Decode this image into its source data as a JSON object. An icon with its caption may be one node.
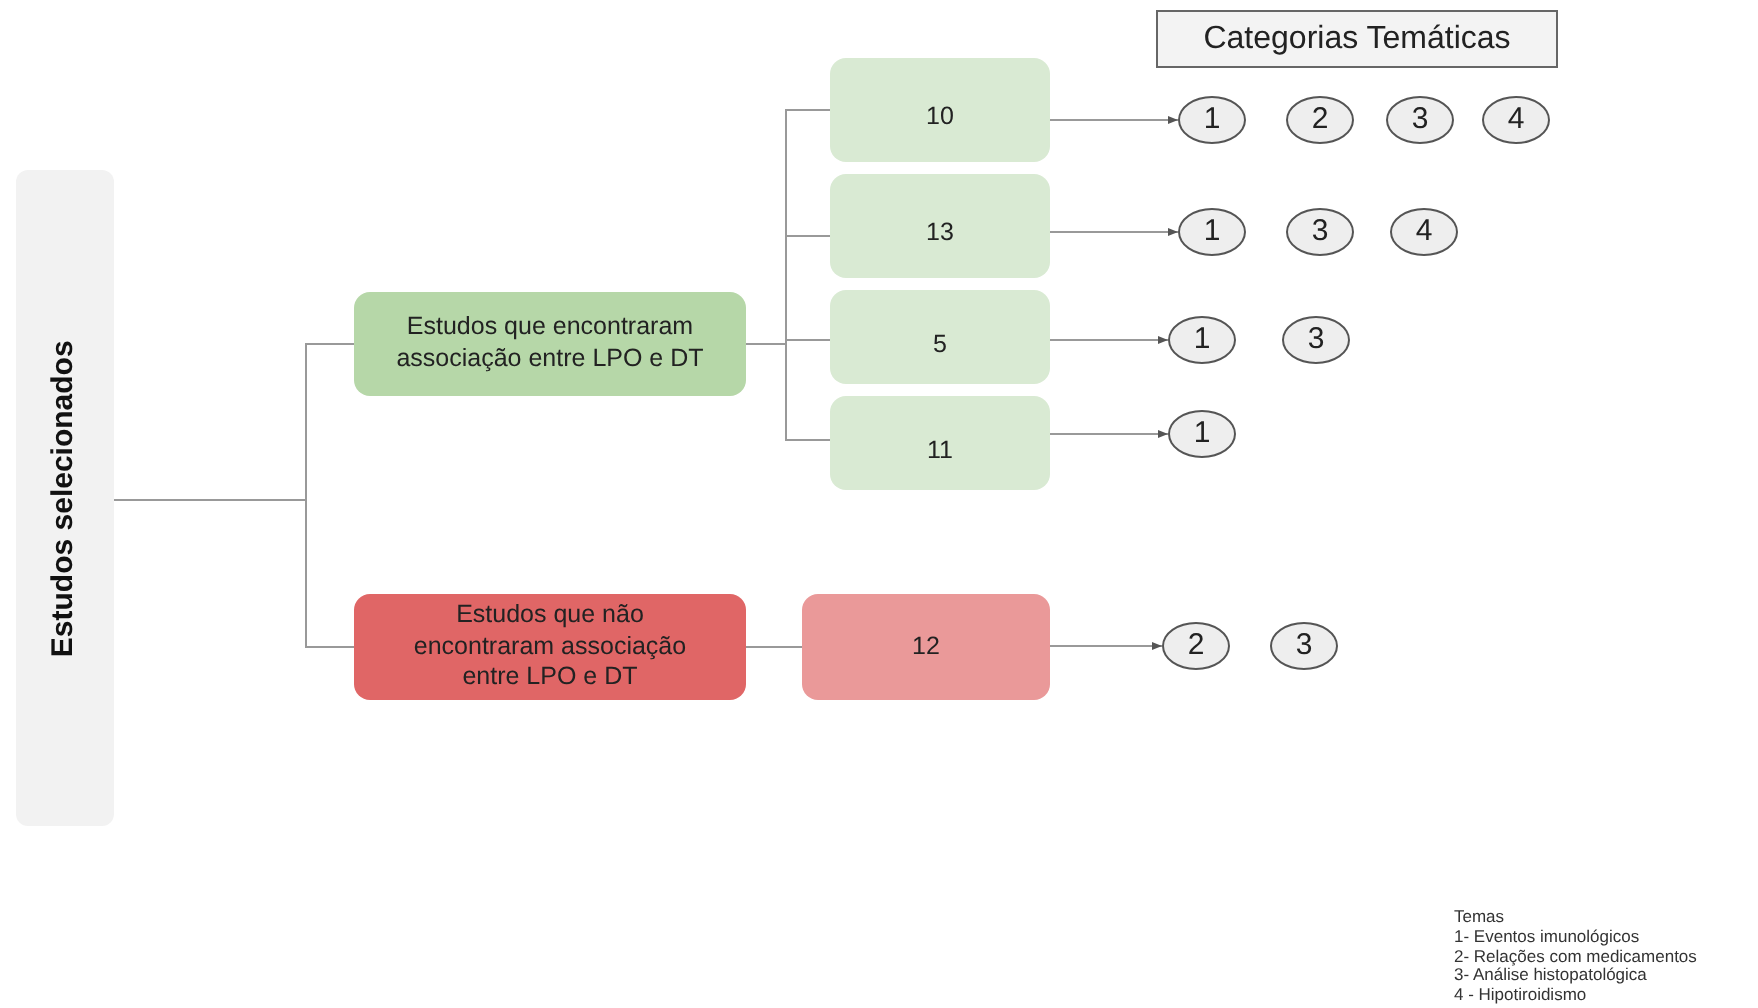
{
  "diagram": {
    "nodes": [
      {
        "text": [
          "Estudos selecionados"
        ]
      },
      {
        "text": [
          "Estudos que encontraram associação entre LPO e DT"
        ]
      },
      {
        "text": [
          "10"
        ]
      },
      {
        "text": [
          "13"
        ]
      },
      {
        "text": [
          "5"
        ]
      },
      {
        "text": [
          "11"
        ]
      },
      {
        "text": [
          "Estudos que não encontraram associação entre LPO e DT"
        ]
      },
      {
        "text": [
          "12"
        ]
      },
      {
        "text": [
          "Categorias Temáticas"
        ]
      },
      {
        "text": [
          "1"
        ]
      },
      {
        "text": [
          "2"
        ]
      },
      {
        "text": [
          "3"
        ]
      },
      {
        "text": [
          "4"
        ]
      },
      {
        "text": [
          "1"
        ]
      },
      {
        "text": [
          "3"
        ]
      },
      {
        "text": [
          "4"
        ]
      },
      {
        "text": [
          "1"
        ]
      },
      {
        "text": [
          "3"
        ]
      },
      {
        "text": [
          "1"
        ]
      },
      {
        "text": [
          "2"
        ]
      },
      {
        "text": [
          "3"
        ]
      }
    ],
    "edges": [
      {
        "from": 0,
        "to": 1,
        "arrow": "none"
      },
      {
        "from": 0,
        "to": 6,
        "arrow": "none"
      },
      {
        "from": 1,
        "to": 2,
        "arrow": "none"
      },
      {
        "from": 1,
        "to": 3,
        "arrow": "none"
      },
      {
        "from": 1,
        "to": 4,
        "arrow": "none"
      },
      {
        "from": 1,
        "to": 5,
        "arrow": "none"
      },
      {
        "from": 6,
        "to": 7,
        "arrow": "none"
      },
      {
        "from": 2,
        "to": 9,
        "arrow": "to"
      },
      {
        "from": 3,
        "to": 13,
        "arrow": "to"
      },
      {
        "from": 4,
        "to": 16,
        "arrow": "to"
      },
      {
        "from": 5,
        "to": 18,
        "arrow": "to"
      },
      {
        "from": 7,
        "to": 19,
        "arrow": "to"
      }
    ],
    "labels": [
      "Temas",
      "1- Eventos imunológicos",
      "2- Relações com medicamentos",
      "3- Análise histopatológica",
      "4 - Hipotiroidismo"
    ]
  }
}
